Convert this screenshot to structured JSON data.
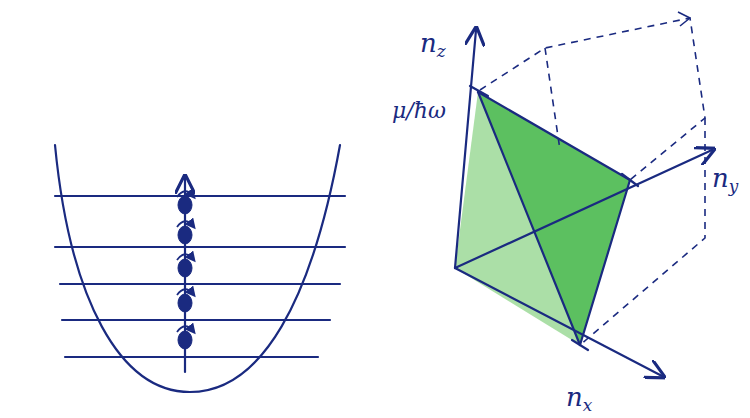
{
  "diagram": {
    "labels": [
      "nz",
      "μ/ħω",
      "ny",
      "nx"
    ]
  }
}
